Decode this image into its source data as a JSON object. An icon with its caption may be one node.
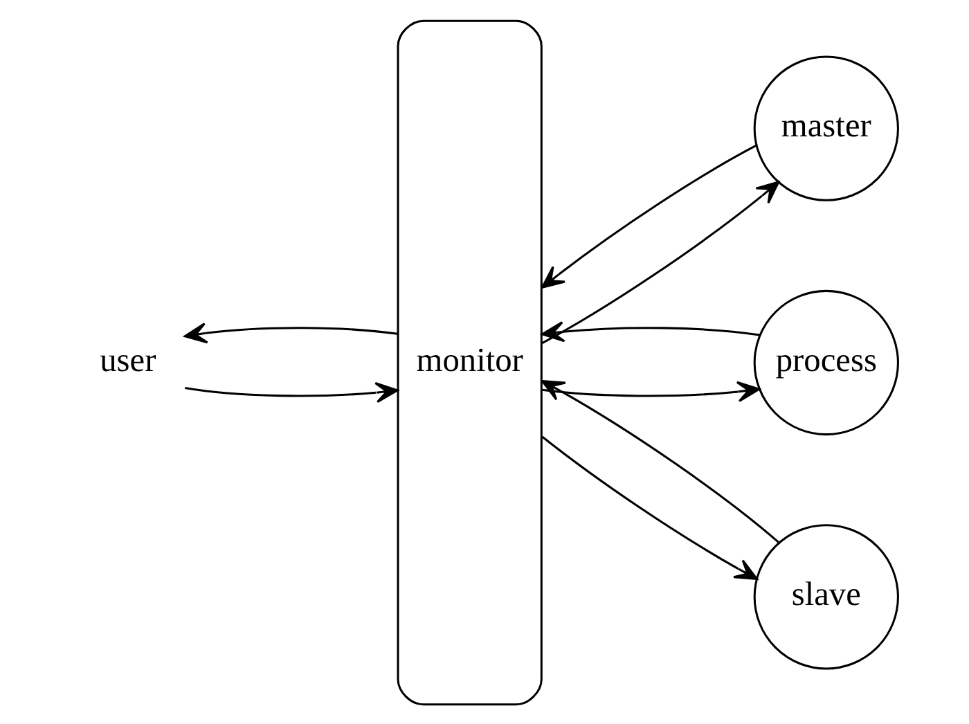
{
  "diagram": {
    "nodes": [
      {
        "text": [
          "user"
        ]
      },
      {
        "text": [
          "monitor"
        ]
      },
      {
        "text": [
          "master"
        ]
      },
      {
        "text": [
          "process"
        ]
      },
      {
        "text": [
          "slave"
        ]
      }
    ],
    "edges": [
      {
        "from": 0,
        "to": 1,
        "arrow": "to"
      },
      {
        "from": 1,
        "to": 0,
        "arrow": "to"
      },
      {
        "from": 1,
        "to": 2,
        "arrow": "to"
      },
      {
        "from": 2,
        "to": 1,
        "arrow": "to"
      },
      {
        "from": 1,
        "to": 3,
        "arrow": "to"
      },
      {
        "from": 3,
        "to": 1,
        "arrow": "to"
      },
      {
        "from": 1,
        "to": 4,
        "arrow": "to"
      },
      {
        "from": 4,
        "to": 1,
        "arrow": "to"
      }
    ]
  }
}
